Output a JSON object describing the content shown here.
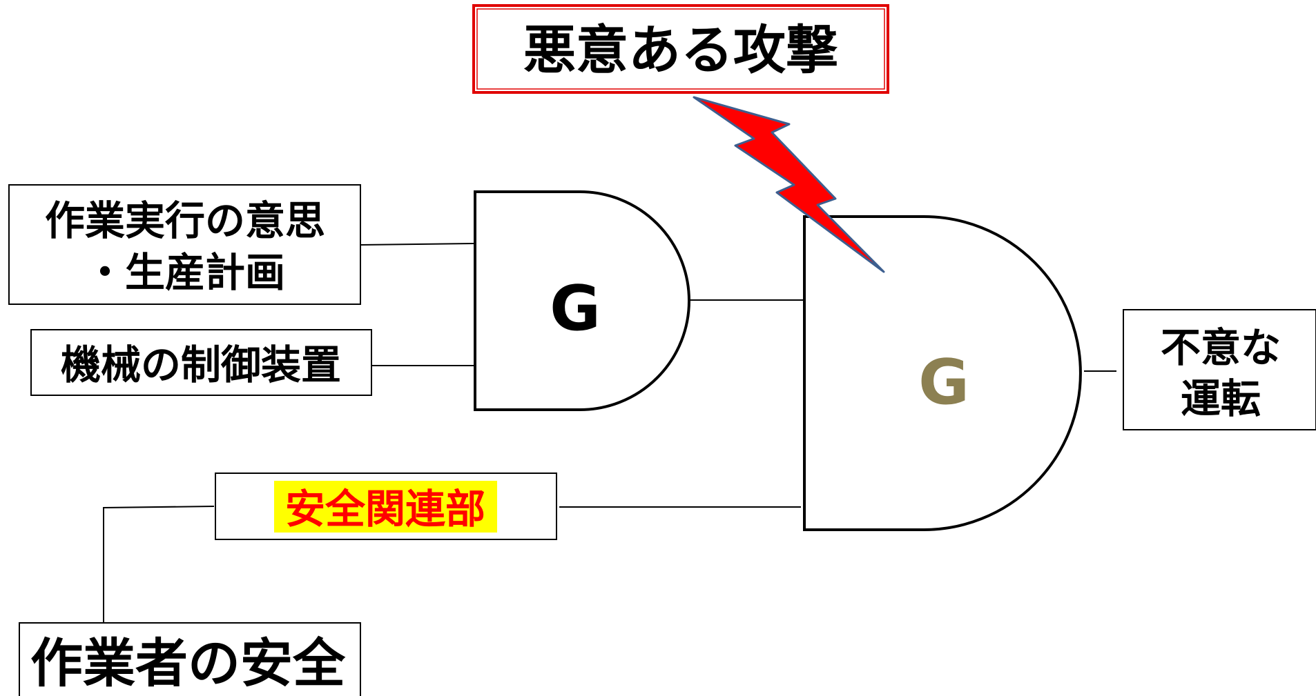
{
  "attack": {
    "label": "悪意ある攻撃"
  },
  "inputs": {
    "intent_line1": "作業実行の意思",
    "intent_line2": "・生産計画",
    "controller": "機械の制御装置",
    "safety_part": "安全関連部",
    "worker_safety": "作業者の安全"
  },
  "gates": {
    "inner": "G",
    "outer": "G"
  },
  "output": {
    "line1": "不意な",
    "line2": "運転"
  },
  "colors": {
    "attack_border": "#e00000",
    "lightning_fill": "#ff0000",
    "lightning_stroke": "#3d5f8f",
    "highlight_bg": "#ffff00",
    "highlight_text": "#ff0000",
    "outer_gate_label": "#8c8052"
  }
}
